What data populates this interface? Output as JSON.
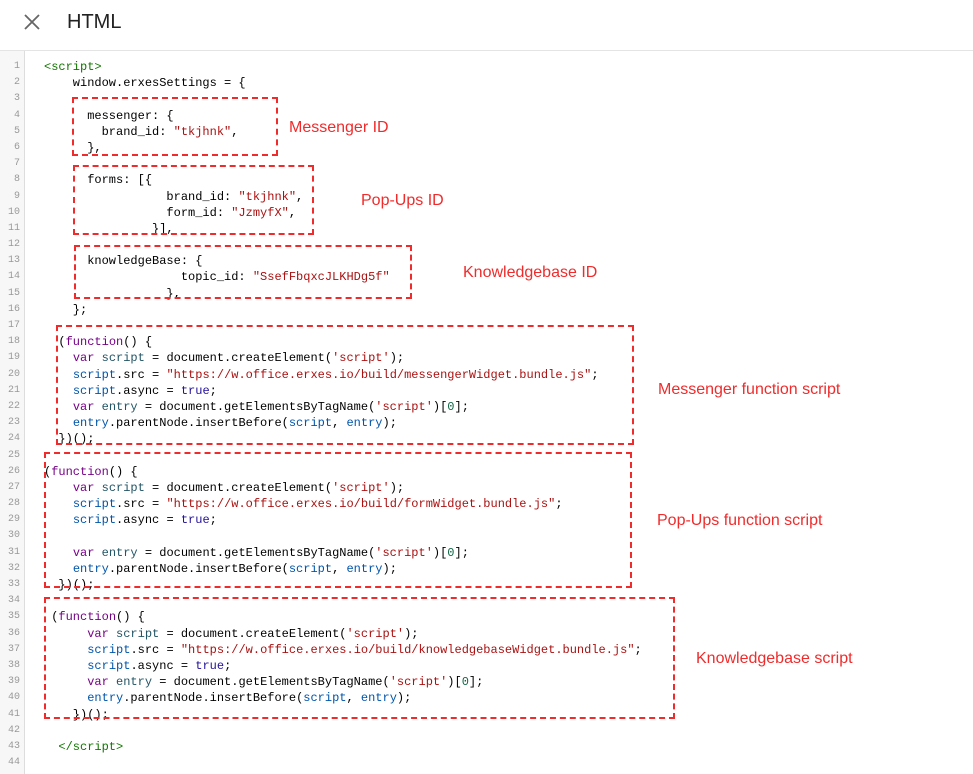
{
  "header": {
    "title": "HTML",
    "close_icon": "close-icon"
  },
  "code_lines": [
    [
      [
        "tag",
        "<script>"
      ]
    ],
    [
      [
        "p",
        "    window.erxesSettings = {"
      ]
    ],
    [],
    [
      [
        "p",
        "      messenger: {"
      ]
    ],
    [
      [
        "p",
        "        brand_id: "
      ],
      [
        "str",
        "\"tkjhnk\""
      ],
      [
        "p",
        ","
      ]
    ],
    [
      [
        "p",
        "      },"
      ]
    ],
    [],
    [
      [
        "p",
        "      forms: [{"
      ]
    ],
    [
      [
        "p",
        "                 brand_id: "
      ],
      [
        "str",
        "\"tkjhnk\""
      ],
      [
        "p",
        ","
      ]
    ],
    [
      [
        "p",
        "                 form_id: "
      ],
      [
        "str",
        "\"JzmyfX\""
      ],
      [
        "p",
        ","
      ]
    ],
    [
      [
        "p",
        "               }],"
      ]
    ],
    [],
    [
      [
        "p",
        "      knowledgeBase: {"
      ]
    ],
    [
      [
        "p",
        "                   topic_id: "
      ],
      [
        "str",
        "\"SsefFbqxcJLKHDg5f\""
      ]
    ],
    [
      [
        "p",
        "                 },"
      ]
    ],
    [
      [
        "p",
        "    };"
      ]
    ],
    [],
    [
      [
        "p",
        "  ("
      ],
      [
        "kw",
        "function"
      ],
      [
        "p",
        "() {"
      ]
    ],
    [
      [
        "p",
        "    "
      ],
      [
        "kw",
        "var"
      ],
      [
        "p",
        " "
      ],
      [
        "def",
        "script"
      ],
      [
        "p",
        " = document.createElement("
      ],
      [
        "str",
        "'script'"
      ],
      [
        "p",
        ");"
      ]
    ],
    [
      [
        "p",
        "    "
      ],
      [
        "var",
        "script"
      ],
      [
        "p",
        ".src = "
      ],
      [
        "str",
        "\"https://w.office.erxes.io/build/messengerWidget.bundle.js\""
      ],
      [
        "p",
        ";"
      ]
    ],
    [
      [
        "p",
        "    "
      ],
      [
        "var",
        "script"
      ],
      [
        "p",
        ".async = "
      ],
      [
        "atom",
        "true"
      ],
      [
        "p",
        ";"
      ]
    ],
    [
      [
        "p",
        "    "
      ],
      [
        "kw",
        "var"
      ],
      [
        "p",
        " "
      ],
      [
        "def",
        "entry"
      ],
      [
        "p",
        " = document.getElementsByTagName("
      ],
      [
        "str",
        "'script'"
      ],
      [
        "p",
        ")["
      ],
      [
        "num",
        "0"
      ],
      [
        "p",
        "];"
      ]
    ],
    [
      [
        "p",
        "    "
      ],
      [
        "var",
        "entry"
      ],
      [
        "p",
        ".parentNode.insertBefore("
      ],
      [
        "var",
        "script"
      ],
      [
        "p",
        ", "
      ],
      [
        "var",
        "entry"
      ],
      [
        "p",
        ");"
      ]
    ],
    [
      [
        "p",
        "  })();"
      ]
    ],
    [],
    [
      [
        "p",
        "("
      ],
      [
        "kw",
        "function"
      ],
      [
        "p",
        "() {"
      ]
    ],
    [
      [
        "p",
        "    "
      ],
      [
        "kw",
        "var"
      ],
      [
        "p",
        " "
      ],
      [
        "def",
        "script"
      ],
      [
        "p",
        " = document.createElement("
      ],
      [
        "str",
        "'script'"
      ],
      [
        "p",
        ");"
      ]
    ],
    [
      [
        "p",
        "    "
      ],
      [
        "var",
        "script"
      ],
      [
        "p",
        ".src = "
      ],
      [
        "str",
        "\"https://w.office.erxes.io/build/formWidget.bundle.js\""
      ],
      [
        "p",
        ";"
      ]
    ],
    [
      [
        "p",
        "    "
      ],
      [
        "var",
        "script"
      ],
      [
        "p",
        ".async = "
      ],
      [
        "atom",
        "true"
      ],
      [
        "p",
        ";"
      ]
    ],
    [],
    [
      [
        "p",
        "    "
      ],
      [
        "kw",
        "var"
      ],
      [
        "p",
        " "
      ],
      [
        "def",
        "entry"
      ],
      [
        "p",
        " = document.getElementsByTagName("
      ],
      [
        "str",
        "'script'"
      ],
      [
        "p",
        ")["
      ],
      [
        "num",
        "0"
      ],
      [
        "p",
        "];"
      ]
    ],
    [
      [
        "p",
        "    "
      ],
      [
        "var",
        "entry"
      ],
      [
        "p",
        ".parentNode.insertBefore("
      ],
      [
        "var",
        "script"
      ],
      [
        "p",
        ", "
      ],
      [
        "var",
        "entry"
      ],
      [
        "p",
        ");"
      ]
    ],
    [
      [
        "p",
        "  })();"
      ]
    ],
    [],
    [
      [
        "p",
        " ("
      ],
      [
        "kw",
        "function"
      ],
      [
        "p",
        "() {"
      ]
    ],
    [
      [
        "p",
        "      "
      ],
      [
        "kw",
        "var"
      ],
      [
        "p",
        " "
      ],
      [
        "def",
        "script"
      ],
      [
        "p",
        " = document.createElement("
      ],
      [
        "str",
        "'script'"
      ],
      [
        "p",
        ");"
      ]
    ],
    [
      [
        "p",
        "      "
      ],
      [
        "var",
        "script"
      ],
      [
        "p",
        ".src = "
      ],
      [
        "str",
        "\"https://w.office.erxes.io/build/knowledgebaseWidget.bundle.js\""
      ],
      [
        "p",
        ";"
      ]
    ],
    [
      [
        "p",
        "      "
      ],
      [
        "var",
        "script"
      ],
      [
        "p",
        ".async = "
      ],
      [
        "atom",
        "true"
      ],
      [
        "p",
        ";"
      ]
    ],
    [
      [
        "p",
        "      "
      ],
      [
        "kw",
        "var"
      ],
      [
        "p",
        " "
      ],
      [
        "def",
        "entry"
      ],
      [
        "p",
        " = document.getElementsByTagName("
      ],
      [
        "str",
        "'script'"
      ],
      [
        "p",
        ")["
      ],
      [
        "num",
        "0"
      ],
      [
        "p",
        "];"
      ]
    ],
    [
      [
        "p",
        "      "
      ],
      [
        "var",
        "entry"
      ],
      [
        "p",
        ".parentNode.insertBefore("
      ],
      [
        "var",
        "script"
      ],
      [
        "p",
        ", "
      ],
      [
        "var",
        "entry"
      ],
      [
        "p",
        ");"
      ]
    ],
    [
      [
        "p",
        "    })();"
      ]
    ],
    [],
    [
      [
        "tag",
        "  </script>"
      ]
    ],
    []
  ],
  "annotations": [
    {
      "label": "Messenger ID"
    },
    {
      "label": "Pop-Ups ID"
    },
    {
      "label": "Knowledgebase ID"
    },
    {
      "label": "Messenger function script"
    },
    {
      "label": "Pop-Ups function script"
    },
    {
      "label": "Knowledgebase script"
    }
  ],
  "colors": {
    "annotation": "#f02b2b"
  }
}
